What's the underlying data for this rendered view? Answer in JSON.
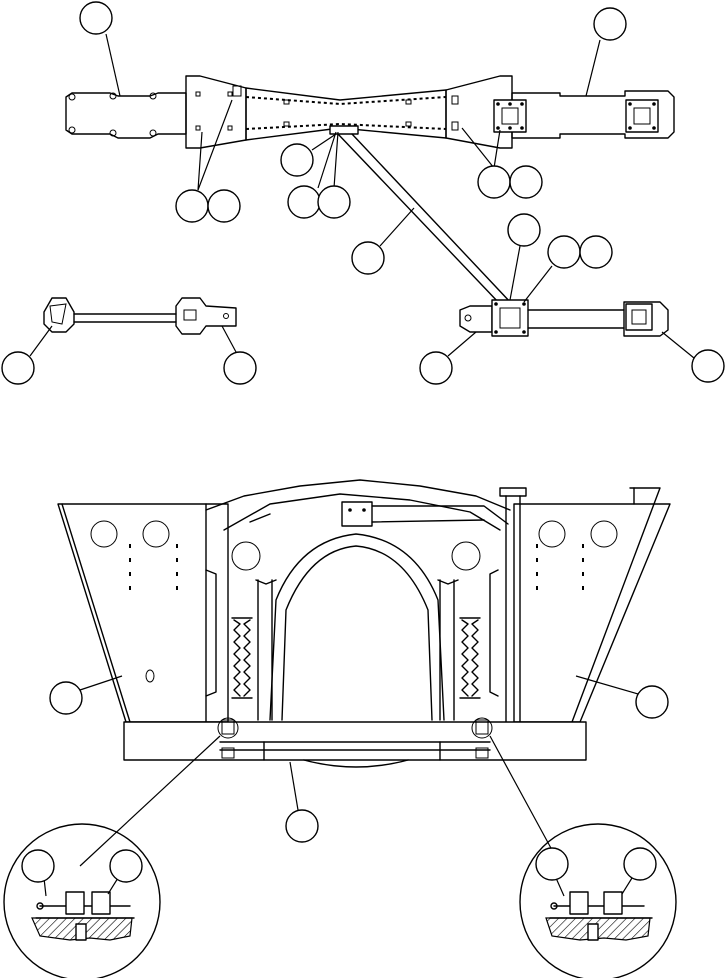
{
  "title": "",
  "callouts": [
    {
      "id": "top-left-beam",
      "text": ""
    },
    {
      "id": "top-right-beam",
      "text": ""
    },
    {
      "id": "left-bolts-a",
      "text": ""
    },
    {
      "id": "left-bolts-b",
      "text": ""
    },
    {
      "id": "center-mount",
      "text": ""
    },
    {
      "id": "center-bolts-a",
      "text": ""
    },
    {
      "id": "center-bolts-b",
      "text": ""
    },
    {
      "id": "right-bolts-a",
      "text": ""
    },
    {
      "id": "right-bolts-b",
      "text": ""
    },
    {
      "id": "diagonal-brace",
      "text": ""
    },
    {
      "id": "lower-right-mount",
      "text": ""
    },
    {
      "id": "lower-right-bolts-a",
      "text": ""
    },
    {
      "id": "lower-right-bolts-b",
      "text": ""
    },
    {
      "id": "lower-left-bracket-left",
      "text": ""
    },
    {
      "id": "lower-left-bracket-right",
      "text": ""
    },
    {
      "id": "lower-right-beam-left",
      "text": ""
    },
    {
      "id": "lower-right-beam-right",
      "text": ""
    },
    {
      "id": "frame-left-side",
      "text": ""
    },
    {
      "id": "frame-right-side",
      "text": ""
    },
    {
      "id": "frame-bottom-crossmember",
      "text": ""
    },
    {
      "id": "detail-left-a",
      "text": ""
    },
    {
      "id": "detail-left-b",
      "text": ""
    },
    {
      "id": "detail-right-a",
      "text": ""
    },
    {
      "id": "detail-right-b",
      "text": ""
    }
  ]
}
